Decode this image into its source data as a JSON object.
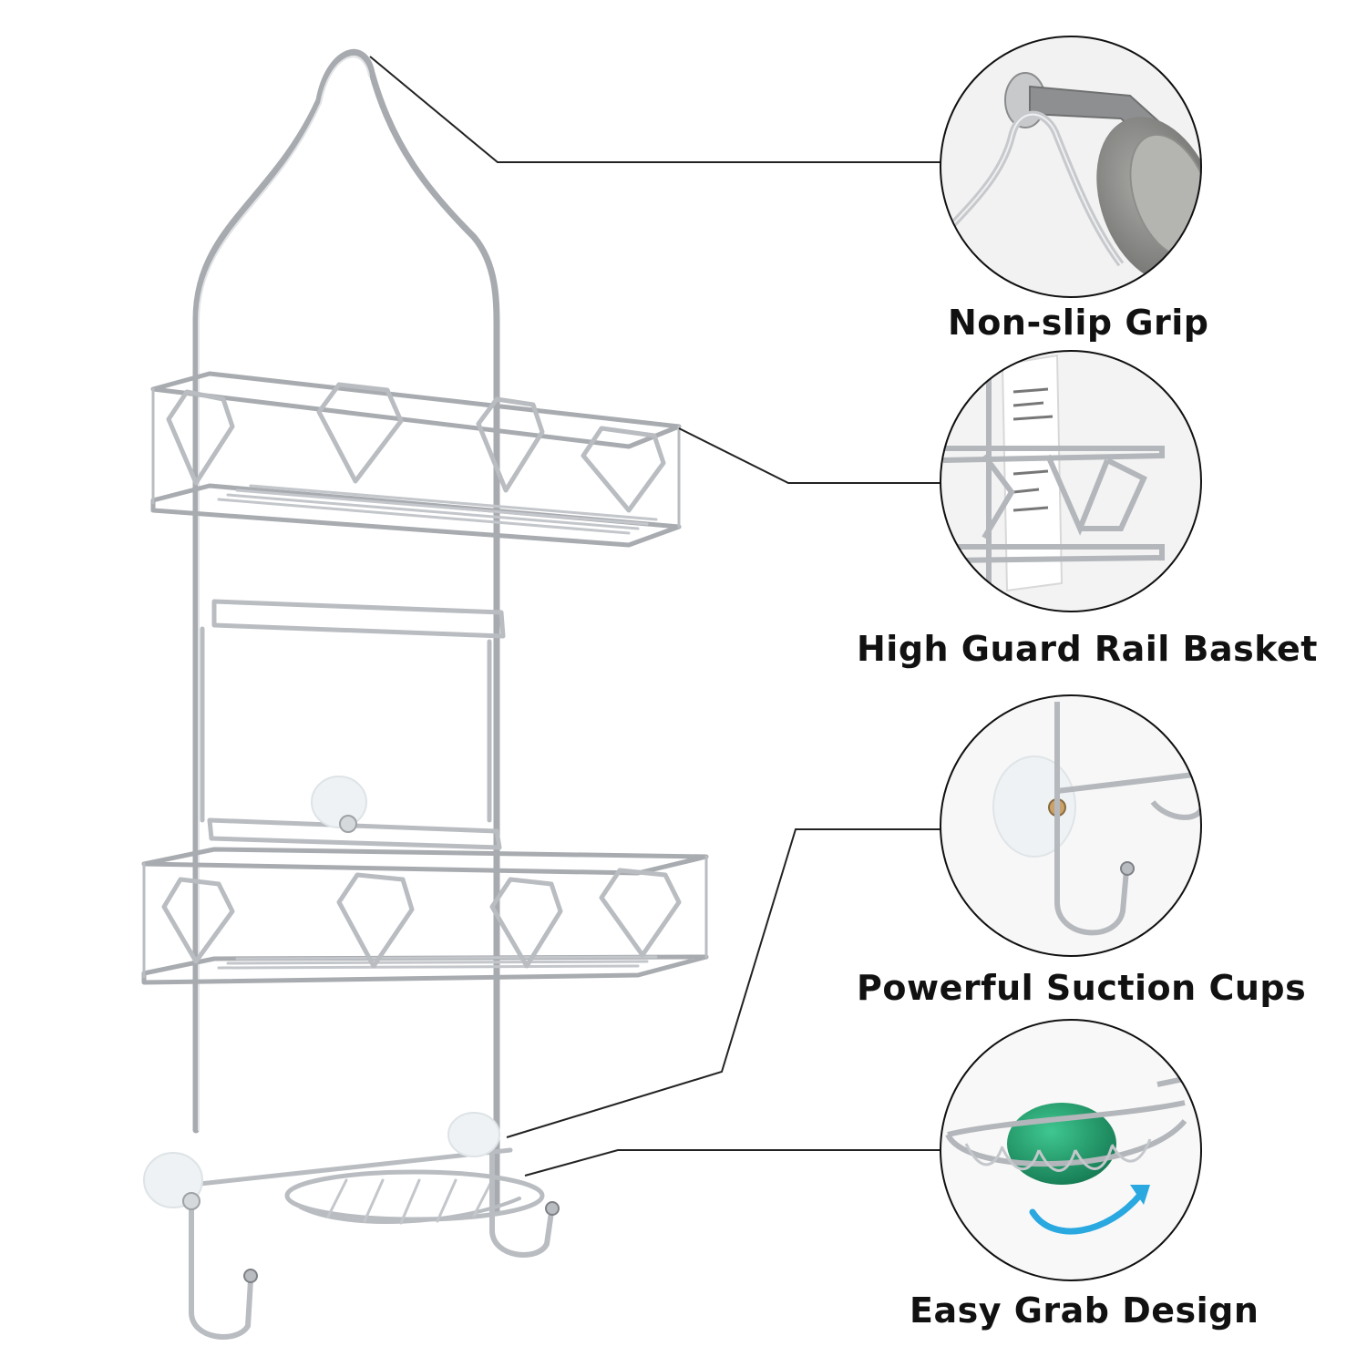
{
  "features": [
    {
      "id": "grip",
      "label": "Non-slip Grip"
    },
    {
      "id": "basket",
      "label": "High Guard Rail Basket"
    },
    {
      "id": "suction",
      "label": "Powerful Suction Cups"
    },
    {
      "id": "grab",
      "label": "Easy Grab Design"
    }
  ],
  "colors": {
    "background": "#ffffff",
    "metal": "#b9bcc0",
    "metal_dark": "#7e8186",
    "leader_line": "#222222",
    "circle_border": "#111111",
    "soap": "#1f9a6a",
    "arrow": "#2aa8e0",
    "suction_cup": "#eef2f4",
    "shower_head": "#8b8c8d"
  },
  "icons": [
    "shower-head-icon",
    "soap-icon",
    "suction-cup-icon",
    "curved-arrow-icon"
  ]
}
